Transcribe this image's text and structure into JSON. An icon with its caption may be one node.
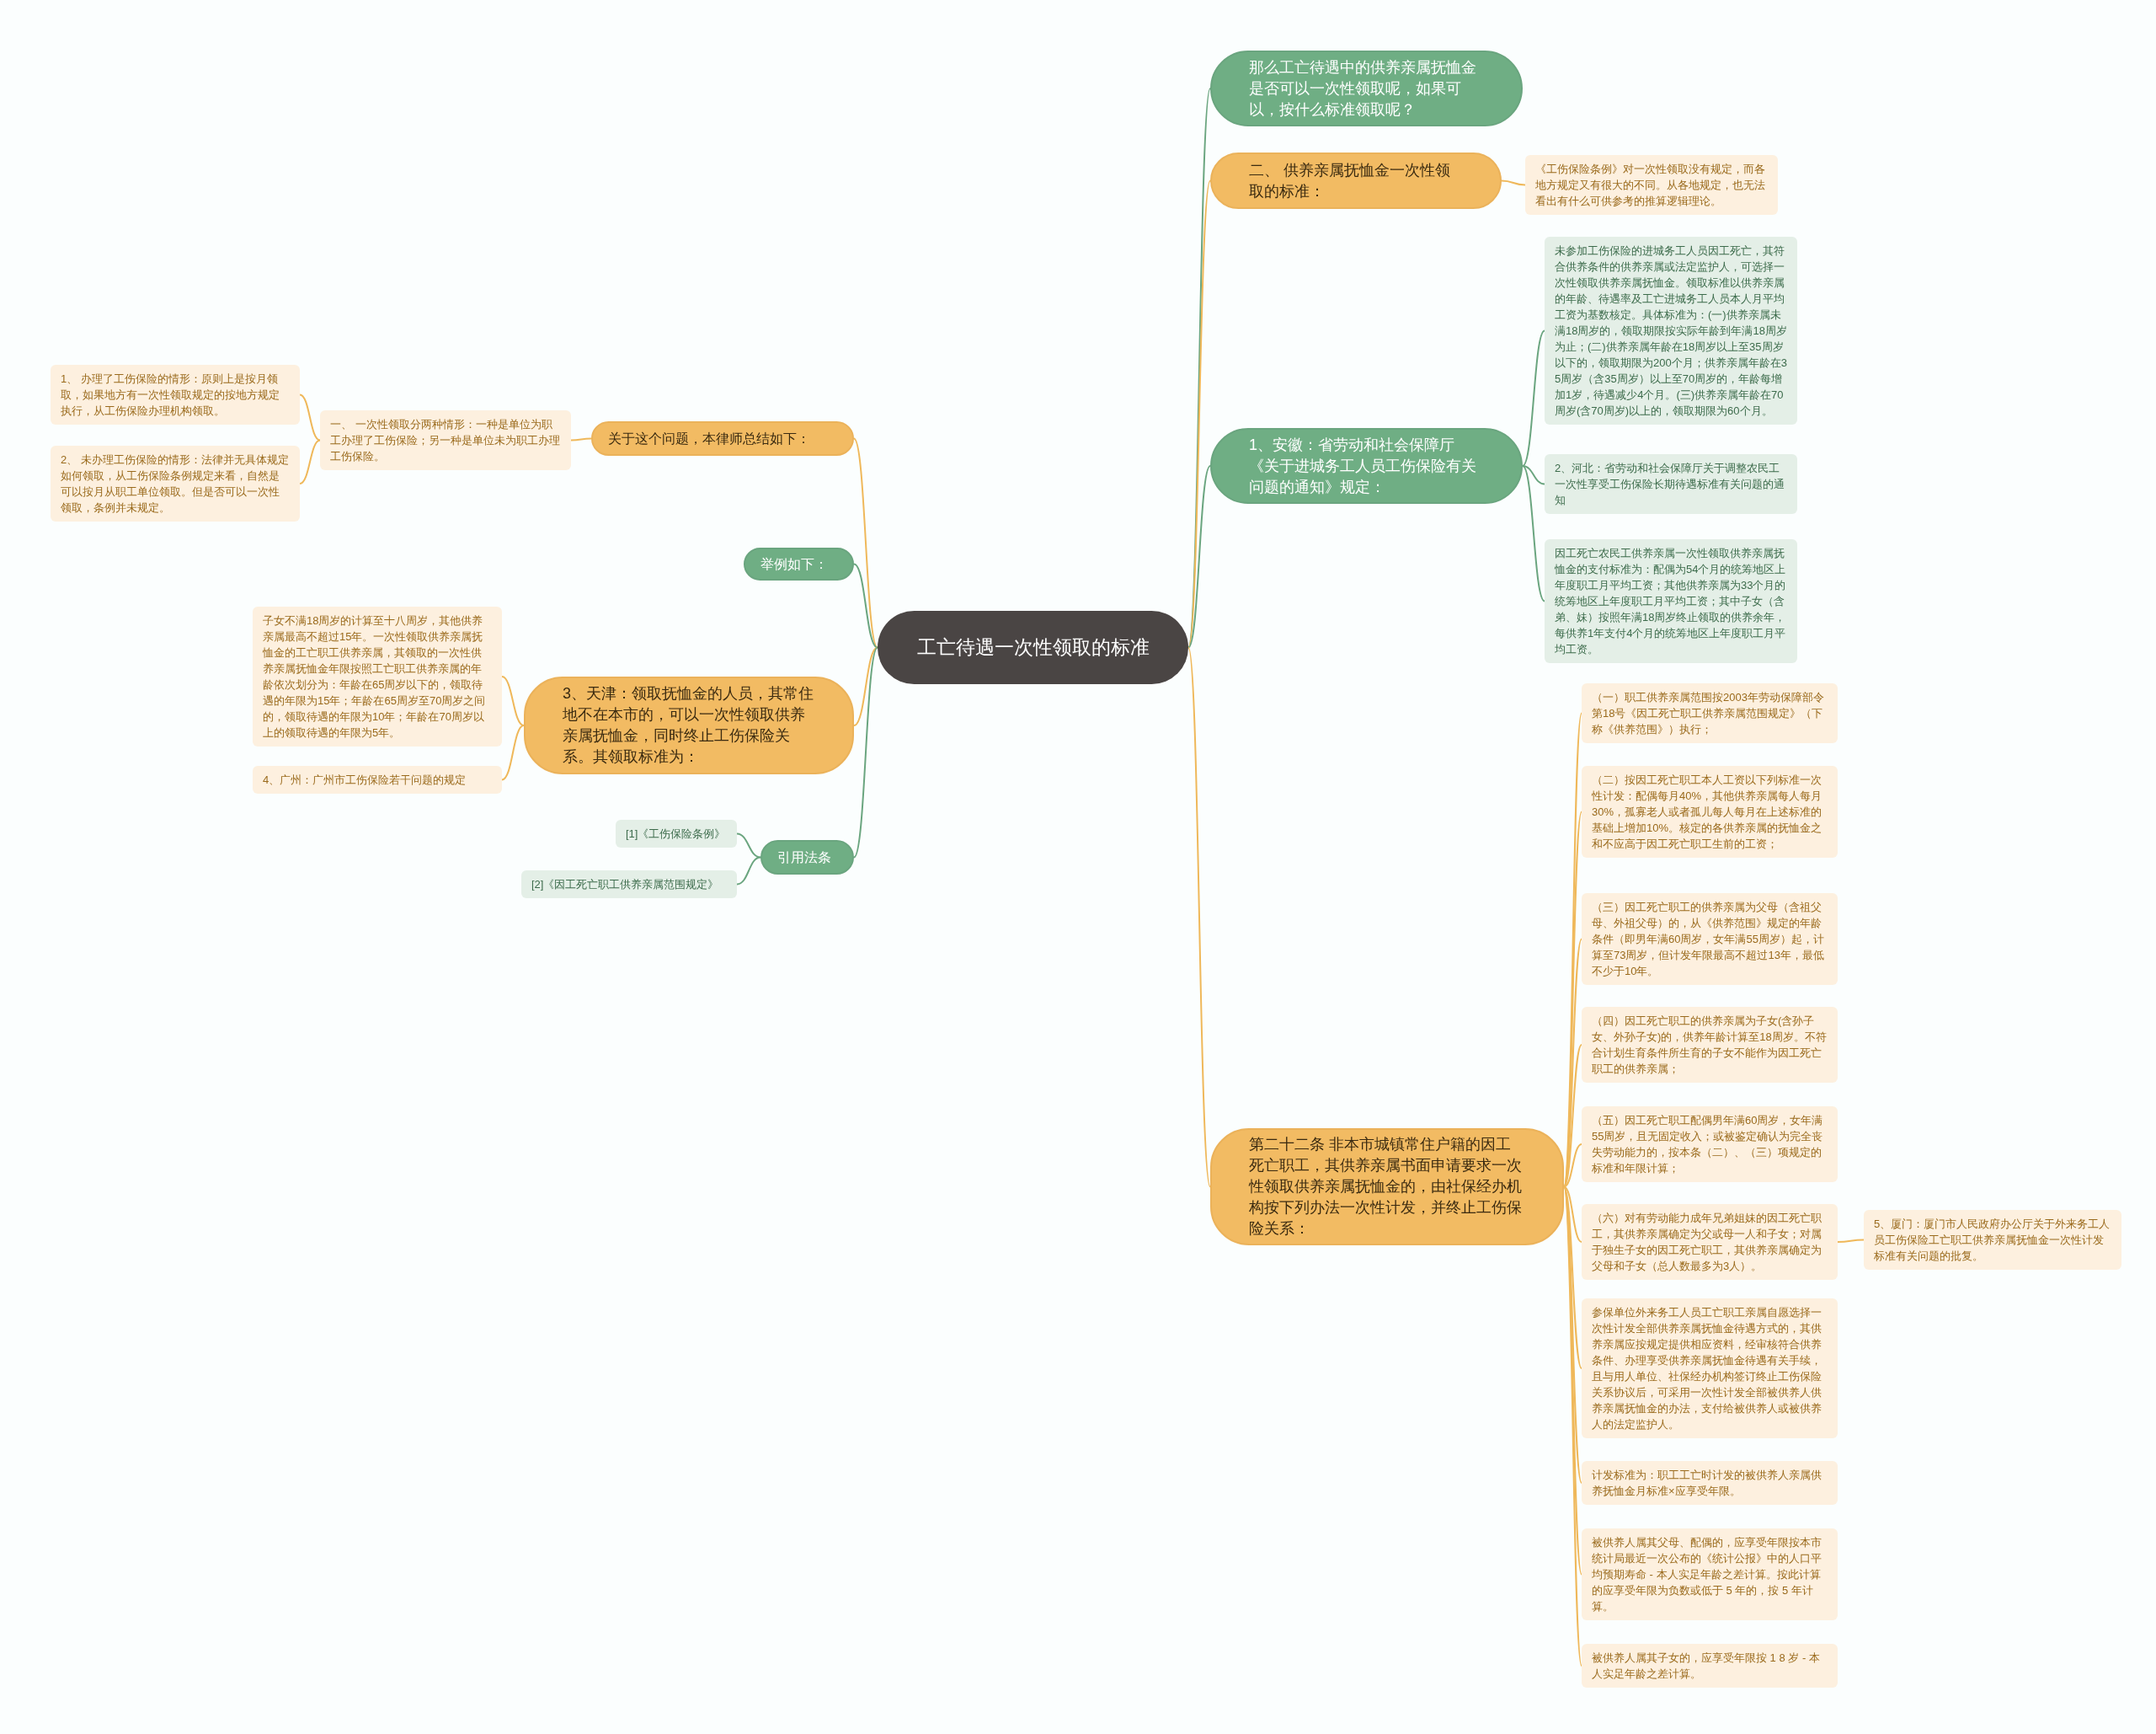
{
  "diagram": {
    "nodes": [
      {
        "text": [
          "工亡待遇一次性领取的标准"
        ]
      },
      {
        "text": [
          "那么工亡待遇中的供养亲属抚恤金是否可以一次性领取呢，如果可以，按什么标准领取呢？"
        ]
      },
      {
        "text": [
          "二、 供养亲属抚恤金一次性领取的标准："
        ]
      },
      {
        "text": [
          "《工伤保险条例》对一次性领取没有规定，而各地方规定又有很大的不同。从各地规定，也无法看出有什么可供参考的推算逻辑理论。"
        ]
      },
      {
        "text": [
          "1、安徽：省劳动和社会保障厅《关于进城务工人员工伤保险有关问题的通知》规定："
        ]
      },
      {
        "text": [
          "未参加工伤保险的进城务工人员因工死亡，其符合供养条件的供养亲属或法定监护人，可选择一次性领取供养亲属抚恤金。领取标准以供养亲属的年龄、待遇率及工亡进城务工人员本人月平均工资为基数核定。具体标准为：(一)供养亲属未满18周岁的，领取期限按实际年龄到年满18周岁为止；(二)供养亲属年龄在18周岁以上至35周岁以下的，领取期限为200个月；供养亲属年龄在35周岁（含35周岁）以上至70周岁的，年龄每增加1岁，待遇减少4个月。(三)供养亲属年龄在70周岁(含70周岁)以上的，领取期限为60个月。"
        ]
      },
      {
        "text": [
          "2、河北：省劳动和社会保障厅关于调整农民工一次性享受工伤保险长期待遇标准有关问题的通知"
        ]
      },
      {
        "text": [
          "因工死亡农民工供养亲属一次性领取供养亲属抚恤金的支付标准为：配偶为54个月的统筹地区上年度职工月平均工资；其他供养亲属为33个月的统筹地区上年度职工月平均工资；其中子女（含弟、妹）按照年满18周岁终止领取的供养余年，每供养1年支付4个月的统筹地区上年度职工月平均工资。"
        ]
      },
      {
        "text": [
          "第二十二条 非本市城镇常住户籍的因工死亡职工，其供养亲属书面申请要求一次性领取供养亲属抚恤金的，由社保经办机构按下列办法一次性计发，并终止工伤保险关系："
        ]
      },
      {
        "text": [
          "（一）职工供养亲属范围按2003年劳动保障部令第18号《因工死亡职工供养亲属范围规定》（下称《供养范围》）执行；"
        ]
      },
      {
        "text": [
          "（二）按因工死亡职工本人工资以下列标准一次性计发：配偶每月40%，其他供养亲属每人每月30%，孤寡老人或者孤儿每人每月在上述标准的基础上增加10%。核定的各供养亲属的抚恤金之和不应高于因工死亡职工生前的工资；"
        ]
      },
      {
        "text": [
          "（三）因工死亡职工的供养亲属为父母（含祖父母、外祖父母）的，从《供养范围》规定的年龄条件（即男年满60周岁，女年满55周岁）起，计算至73周岁，但计发年限最高不超过13年，最低不少于10年。"
        ]
      },
      {
        "text": [
          "（四）因工死亡职工的供养亲属为子女(含孙子女、外孙子女)的，供养年龄计算至18周岁。不符合计划生育条件所生育的子女不能作为因工死亡职工的供养亲属；"
        ]
      },
      {
        "text": [
          "（五）因工死亡职工配偶男年满60周岁，女年满55周岁，且无固定收入；或被鉴定确认为完全丧失劳动能力的，按本条（二）、（三）项规定的标准和年限计算；"
        ]
      },
      {
        "text": [
          "（六）对有劳动能力成年兄弟姐妹的因工死亡职工，其供养亲属确定为父或母一人和子女；对属于独生子女的因工死亡职工，其供养亲属确定为父母和子女（总人数最多为3人）。"
        ]
      },
      {
        "text": [
          "5、厦门：厦门市人民政府办公厅关于外来务工人员工伤保险工亡职工供养亲属抚恤金一次性计发标准有关问题的批复。"
        ]
      },
      {
        "text": [
          "参保单位外来务工人员工亡职工亲属自愿选择一次性计发全部供养亲属抚恤金待遇方式的，其供养亲属应按规定提供相应资料，经审核符合供养条件、办理享受供养亲属抚恤金待遇有关手续，且与用人单位、社保经办机构签订终止工伤保险关系协议后，可采用一次性计发全部被供养人供养亲属抚恤金的办法，支付给被供养人或被供养人的法定监护人。"
        ]
      },
      {
        "text": [
          "计发标准为：职工工亡时计发的被供养人亲属供养抚恤金月标准×应享受年限。"
        ]
      },
      {
        "text": [
          "被供养人属其父母、配偶的，应享受年限按本市统计局最近一次公布的《统计公报》中的人口平均预期寿命 - 本人实足年龄之差计算。按此计算的应享受年限为负数或低于 5 年的，按 5 年计算。"
        ]
      },
      {
        "text": [
          "被供养人属其子女的，应享受年限按 1 8 岁 - 本人实足年龄之差计算。"
        ]
      },
      {
        "text": [
          "关于这个问题，本律师总结如下："
        ]
      },
      {
        "text": [
          "一、 一次性领取分两种情形：一种是单位为职工办理了工伤保险；另一种是单位未为职工办理工伤保险。"
        ]
      },
      {
        "text": [
          "1、 办理了工伤保险的情形：原则上是按月领取，如果地方有一次性领取规定的按地方规定执行，从工伤保险办理机构领取。"
        ]
      },
      {
        "text": [
          "2、 未办理工伤保险的情形：法律并无具体规定如何领取，从工伤保险条例规定来看，自然是可以按月从职工单位领取。但是否可以一次性领取，条例并未规定。"
        ]
      },
      {
        "text": [
          "举例如下："
        ]
      },
      {
        "text": [
          "3、天津：领取抚恤金的人员，其常住地不在本市的，可以一次性领取供养亲属抚恤金，同时终止工伤保险关系。其领取标准为："
        ]
      },
      {
        "text": [
          "子女不满18周岁的计算至十八周岁，其他供养亲属最高不超过15年。一次性领取供养亲属抚恤金的工亡职工供养亲属，其领取的一次性供养亲属抚恤金年限按照工亡职工供养亲属的年龄依次划分为：年龄在65周岁以下的，领取待遇的年限为15年；年龄在65周岁至70周岁之间的，领取待遇的年限为10年；年龄在70周岁以上的领取待遇的年限为5年。"
        ]
      },
      {
        "text": [
          "4、广州：广州市工伤保险若干问题的规定"
        ]
      },
      {
        "text": [
          "引用法条"
        ]
      },
      {
        "text": [
          "[1]《工伤保险条例》"
        ]
      },
      {
        "text": [
          "[2]《因工死亡职工供养亲属范围规定》"
        ]
      }
    ],
    "edges": [
      {
        "from": 0,
        "to": 1,
        "arrow": "none",
        "color": "#6aa57f"
      },
      {
        "from": 0,
        "to": 2,
        "arrow": "none"
      },
      {
        "from": 2,
        "to": 3,
        "arrow": "none"
      },
      {
        "from": 0,
        "to": 4,
        "arrow": "none",
        "color": "#6aa57f"
      },
      {
        "from": 4,
        "to": 5,
        "arrow": "none",
        "color": "#6aa57f"
      },
      {
        "from": 4,
        "to": 6,
        "arrow": "none",
        "color": "#6aa57f"
      },
      {
        "from": 4,
        "to": 7,
        "arrow": "none",
        "color": "#6aa57f"
      },
      {
        "from": 0,
        "to": 8,
        "arrow": "none"
      },
      {
        "from": 8,
        "to": 9,
        "arrow": "none"
      },
      {
        "from": 8,
        "to": 10,
        "arrow": "none"
      },
      {
        "from": 8,
        "to": 11,
        "arrow": "none"
      },
      {
        "from": 8,
        "to": 12,
        "arrow": "none"
      },
      {
        "from": 8,
        "to": 13,
        "arrow": "none"
      },
      {
        "from": 8,
        "to": 14,
        "arrow": "none"
      },
      {
        "from": 14,
        "to": 15,
        "arrow": "none"
      },
      {
        "from": 8,
        "to": 16,
        "arrow": "none"
      },
      {
        "from": 8,
        "to": 17,
        "arrow": "none"
      },
      {
        "from": 8,
        "to": 18,
        "arrow": "none"
      },
      {
        "from": 8,
        "to": 19,
        "arrow": "none"
      },
      {
        "from": 0,
        "to": 20,
        "arrow": "none"
      },
      {
        "from": 20,
        "to": 21,
        "arrow": "none"
      },
      {
        "from": 21,
        "to": 22,
        "arrow": "none"
      },
      {
        "from": 21,
        "to": 23,
        "arrow": "none"
      },
      {
        "from": 0,
        "to": 24,
        "arrow": "none",
        "color": "#6aa57f"
      },
      {
        "from": 0,
        "to": 25,
        "arrow": "none"
      },
      {
        "from": 25,
        "to": 26,
        "arrow": "none"
      },
      {
        "from": 25,
        "to": 27,
        "arrow": "none"
      },
      {
        "from": 0,
        "to": 28,
        "arrow": "none",
        "color": "#6aa57f"
      },
      {
        "from": 28,
        "to": 29,
        "arrow": "none",
        "color": "#6aa57f"
      },
      {
        "from": 28,
        "to": 30,
        "arrow": "none",
        "color": "#6aa57f"
      }
    ]
  }
}
